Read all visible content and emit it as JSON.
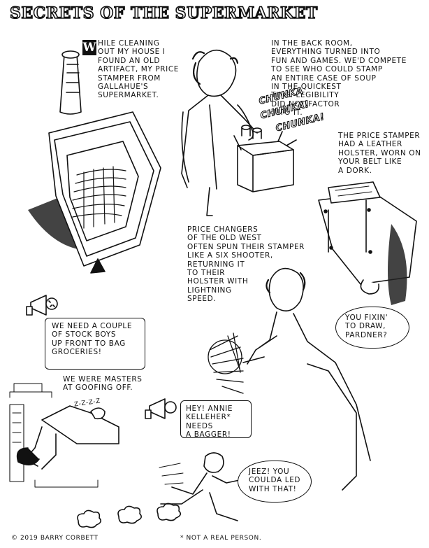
{
  "title": "Secrets of the Supermarket",
  "panels": {
    "intro": {
      "dropcap": "W",
      "text": "HILE CLEANING\nOUT MY HOUSE I\nFOUND AN OLD\nARTIFACT, MY PRICE\nSTAMPER FROM\nGALLAHUE'S\nSUPERMARKET."
    },
    "back_room": {
      "text": "IN THE BACK ROOM,\nEVERYTHING TURNED INTO\nFUN AND GAMES. WE'D COMPETE\nTO SEE WHO COULD STAMP\nAN ENTIRE CASE OF SOUP\nIN THE QUICKEST\nTIME. LEGIBILITY\nDID NOT FACTOR\nINTO IT.",
      "sfx": [
        "CHUNKA",
        "CHUNKA!",
        "CHUNKA!"
      ]
    },
    "holster": {
      "text": "THE PRICE STAMPER\nHAD A LEATHER\nHOLSTER, WORN ON\nYOUR BELT LIKE\nA DORK."
    },
    "old_west": {
      "caption": "PRICE CHANGERS\nOF THE OLD WEST\nOFTEN SPUN THEIR STAMPER\nLIKE A SIX SHOOTER,\nRETURNING IT\nTO THEIR\nHOLSTER WITH\nLIGHTNING\nSPEED.",
      "speech": "YOU FIXIN'\nTO DRAW,\nPARDNER?"
    },
    "stock_boys": {
      "intercom": "WE NEED A COUPLE\nOF STOCK BOYS\nUP FRONT TO BAG\nGROCERIES!",
      "caption": "WE WERE MASTERS\nAT GOOFING OFF.",
      "snore": "Z-Z-Z-Z",
      "intercom2": "HEY! ANNIE\nKELLEHER* NEEDS\nA BAGGER!",
      "speech": "JEEZ! YOU\nCOULDA LED\nWITH THAT!"
    }
  },
  "footer": {
    "credit": "© 2019 BARRY CORBETT",
    "footnote": "* NOT A REAL PERSON."
  }
}
